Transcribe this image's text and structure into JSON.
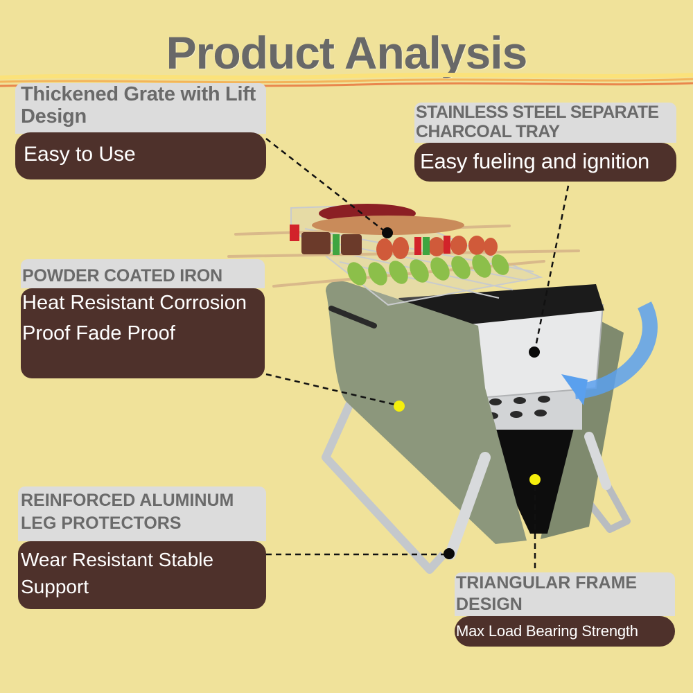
{
  "title": "Product Analysis",
  "colors": {
    "background": "#f0e29a",
    "title": "#686868",
    "heading_box": "#dcdcdc",
    "heading_text": "#6a6a6a",
    "pill": "#4e312b",
    "pill_text": "#ffffff",
    "body_green": "#8a9478",
    "arrow_blue": "#5aa0ee",
    "marker_yellow": "#f5ef0c"
  },
  "callouts": [
    {
      "heading": "Thickened Grate with Lift Design",
      "benefit": "Easy to Use",
      "marker": "black"
    },
    {
      "heading": "STAINLESS STEEL SEPARATE CHARCOAL TRAY",
      "benefit": "Easy fueling and ignition",
      "marker": "black"
    },
    {
      "heading": "POWDER COATED IRON",
      "benefit": "Heat Resistant Corrosion Proof Fade Proof",
      "marker": "yellow"
    },
    {
      "heading": "REINFORCED ALUMINUM LEG PROTECTORS",
      "benefit": "Wear Resistant Stable Support",
      "marker": "black"
    },
    {
      "heading": "TRIANGULAR FRAME DESIGN",
      "benefit": "Max Load Bearing Strength",
      "marker": "yellow"
    }
  ],
  "product": {
    "name": "portable-folding-charcoal-grill",
    "icon": "grill-illustration"
  }
}
